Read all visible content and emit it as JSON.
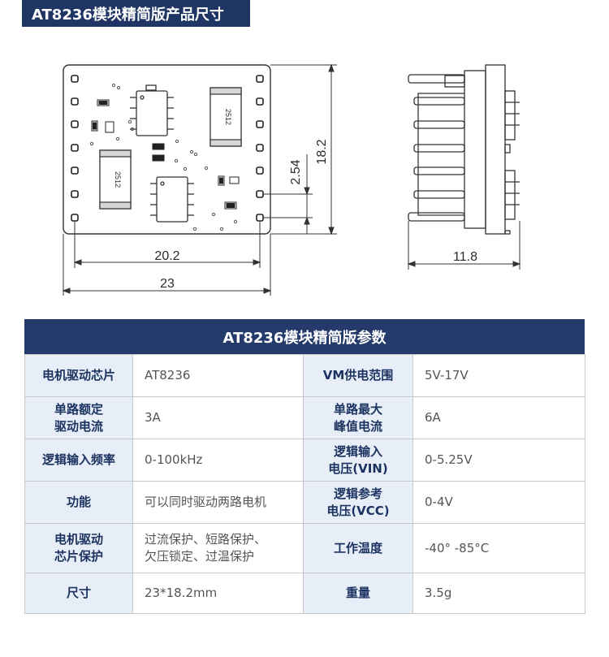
{
  "page_title": "AT8236模块精简版产品尺寸",
  "dimensions": {
    "width": "20.2",
    "width_outer": "23",
    "height": "18.2",
    "pitch": "2.54",
    "side_depth": "11.8",
    "resistor_left": "2512",
    "resistor_right": "2512"
  },
  "spec": {
    "title": "AT8236模块精简版参数",
    "rows": [
      {
        "k1": [
          "电机驱动芯片"
        ],
        "v1": [
          "AT8236"
        ],
        "k2": [
          "VM供电范围"
        ],
        "v2": [
          "5V-17V"
        ]
      },
      {
        "k1": [
          "单路额定",
          "驱动电流"
        ],
        "v1": [
          "3A"
        ],
        "k2": [
          "单路最大",
          "峰值电流"
        ],
        "v2": [
          "6A"
        ]
      },
      {
        "k1": [
          "逻辑输入频率"
        ],
        "v1": [
          "0-100kHz"
        ],
        "k2": [
          "逻辑输入",
          "电压(VIN)"
        ],
        "v2": [
          "0-5.25V"
        ]
      },
      {
        "k1": [
          "功能"
        ],
        "v1": [
          "可以同时驱动两路电机"
        ],
        "k2": [
          "逻辑参考",
          "电压(VCC)"
        ],
        "v2": [
          "0-4V"
        ]
      },
      {
        "k1": [
          "电机驱动",
          "芯片保护"
        ],
        "v1": [
          "过流保护、短路保护、",
          "欠压锁定、过温保护"
        ],
        "k2": [
          "工作温度"
        ],
        "v2": [
          "-40° -85°C"
        ]
      },
      {
        "k1": [
          "尺寸"
        ],
        "v1": [
          "23*18.2mm"
        ],
        "k2": [
          "重量"
        ],
        "v2": [
          "3.5g"
        ]
      }
    ]
  }
}
